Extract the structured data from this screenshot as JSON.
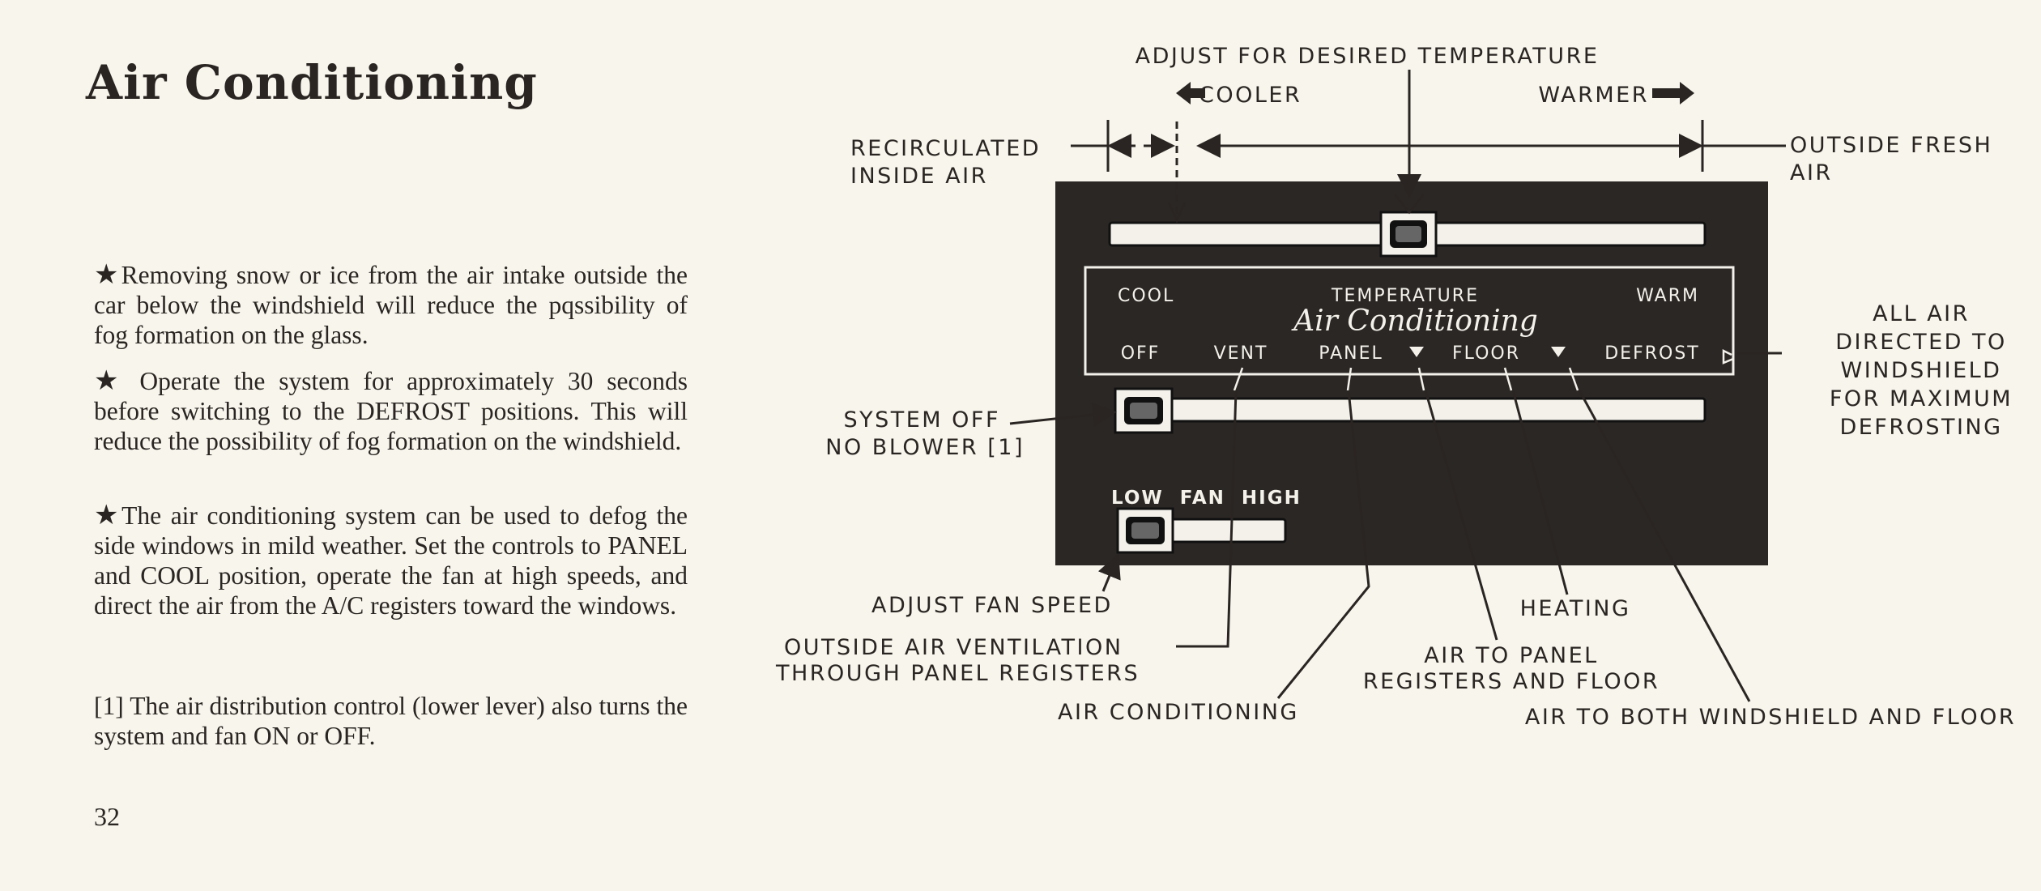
{
  "page": {
    "title": "Air Conditioning",
    "paragraphs": [
      "Removing snow or ice from the air intake outside the car below the windshield will reduce the pqssibility of fog formation on the glass.",
      "Operate the system for approximately 30 seconds before switching to the DEFROST positions. This will reduce the possibility of fog formation on the windshield.",
      "The air conditioning system can be used to defog the side windows in mild weather. Set the controls to PANEL and COOL position, operate the fan at high speeds, and direct the air from the A/C registers toward the windows."
    ],
    "bullet_glyph": "★",
    "footnote": "[1] The air distribution control (lower lever) also turns the system and fan ON or OFF.",
    "page_number": "32"
  },
  "diagram": {
    "adjust_temp": "ADJUST FOR DESIRED TEMPERATURE",
    "cooler": "COOLER",
    "warmer": "WARMER",
    "recirculated_line1": "RECIRCULATED",
    "recirculated_line2": "INSIDE AIR",
    "outside_fresh_line1": "OUTSIDE FRESH",
    "outside_fresh_line2": "AIR",
    "all_air_lines": [
      "ALL AIR",
      "DIRECTED TO",
      "WINDSHIELD",
      "FOR MAXIMUM",
      "DEFROSTING"
    ],
    "system_off_line1": "SYSTEM OFF",
    "system_off_line2": "NO BLOWER [1]",
    "adjust_fan": "ADJUST FAN SPEED",
    "outside_vent_line1": "OUTSIDE AIR VENTILATION",
    "outside_vent_line2": "THROUGH PANEL REGISTERS",
    "air_conditioning": "AIR CONDITIONING",
    "heating": "HEATING",
    "air_to_panel_line1": "AIR TO PANEL",
    "air_to_panel_line2": "REGISTERS AND FLOOR",
    "air_to_both": "AIR TO BOTH WINDSHIELD AND FLOOR"
  },
  "control_panel": {
    "cool": "COOL",
    "temperature": "TEMPERATURE",
    "warm": "WARM",
    "script_label": "Air Conditioning",
    "positions": [
      "OFF",
      "VENT",
      "PANEL",
      "FLOOR",
      "DEFROST"
    ],
    "fan_label": "LOW  FAN  HIGH"
  }
}
